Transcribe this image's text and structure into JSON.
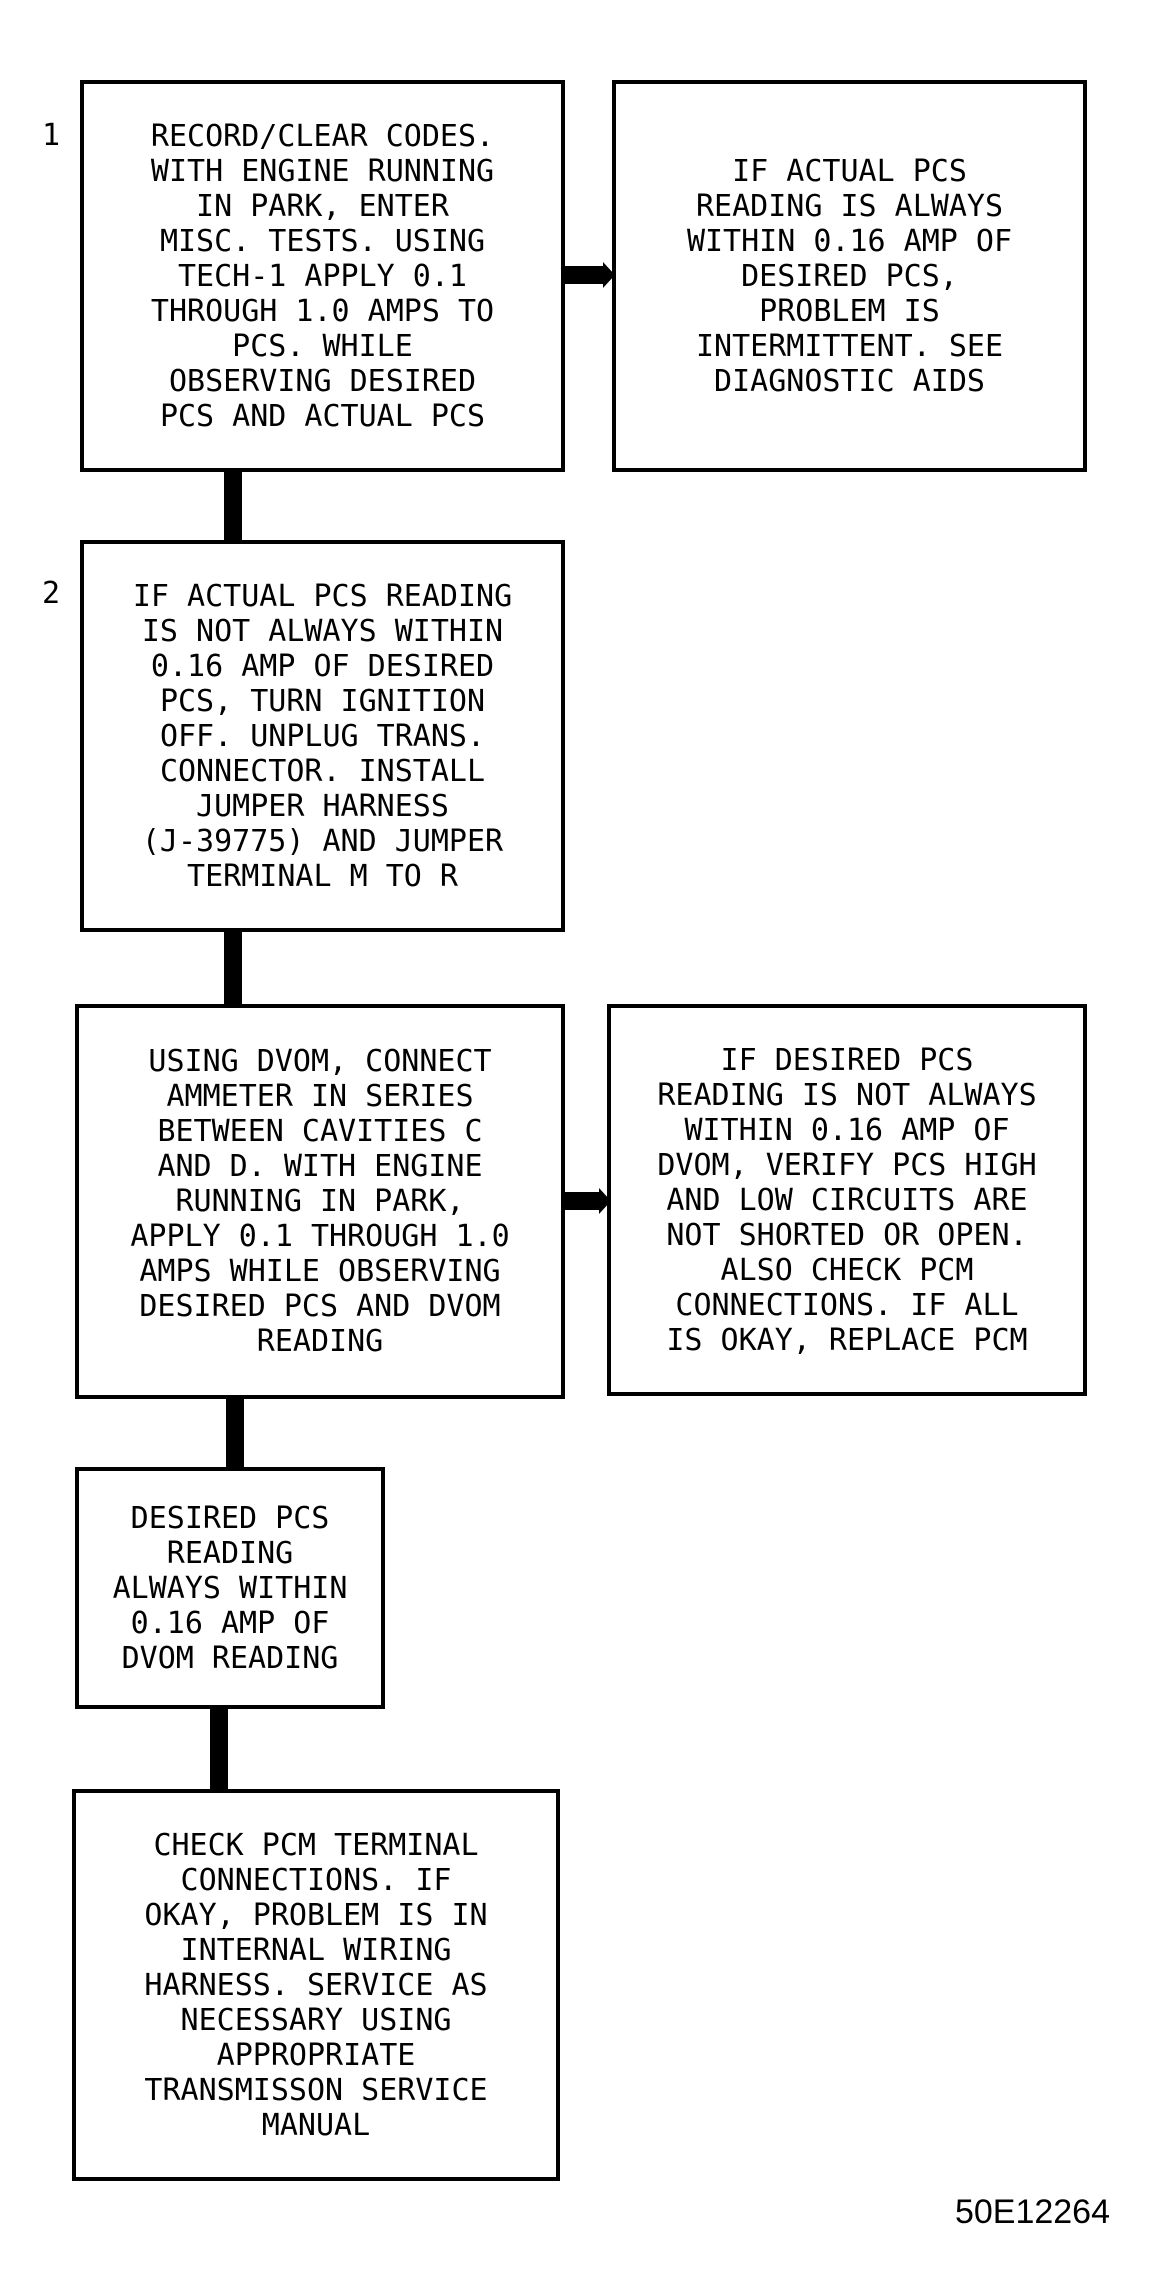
{
  "steps": [
    {
      "number": "1",
      "text": "RECORD/CLEAR CODES.\nWITH ENGINE RUNNING\nIN PARK, ENTER\nMISC. TESTS. USING\nTECH-1 APPLY 0.1\nTHROUGH 1.0 AMPS TO\nPCS. WHILE\nOBSERVING DESIRED\nPCS AND ACTUAL PCS"
    },
    {
      "number": "2",
      "text": "IF ACTUAL PCS READING\nIS NOT ALWAYS WITHIN\n0.16 AMP OF DESIRED\nPCS, TURN IGNITION\nOFF. UNPLUG TRANS.\nCONNECTOR. INSTALL\nJUMPER HARNESS\n(J-39775) AND JUMPER\nTERMINAL M TO R"
    },
    {
      "number": "",
      "text": "USING DVOM, CONNECT\nAMMETER IN SERIES\nBETWEEN CAVITIES C\nAND D. WITH ENGINE\nRUNNING IN PARK,\nAPPLY 0.1 THROUGH 1.0\nAMPS WHILE OBSERVING\nDESIRED PCS AND DVOM\nREADING"
    },
    {
      "number": "",
      "text": "DESIRED PCS\nREADING\nALWAYS WITHIN\n0.16 AMP OF\nDVOM READING"
    },
    {
      "number": "",
      "text": "CHECK PCM TERMINAL\nCONNECTIONS. IF\nOKAY, PROBLEM IS IN\nINTERNAL WIRING\nHARNESS. SERVICE AS\nNECESSARY USING\nAPPROPRIATE\nTRANSMISSON SERVICE\nMANUAL"
    }
  ],
  "side_results": [
    {
      "text": "IF ACTUAL PCS\nREADING IS ALWAYS\nWITHIN 0.16 AMP OF\nDESIRED PCS,\nPROBLEM IS\nINTERMITTENT. SEE\nDIAGNOSTIC AIDS"
    },
    {
      "text": "IF DESIRED PCS\nREADING IS NOT ALWAYS\nWITHIN 0.16 AMP OF\nDVOM, VERIFY PCS HIGH\nAND LOW CIRCUITS ARE\nNOT SHORTED OR OPEN.\nALSO CHECK PCM\nCONNECTIONS. IF ALL\nIS OKAY, REPLACE PCM"
    }
  ],
  "figure_code": "50E12264"
}
